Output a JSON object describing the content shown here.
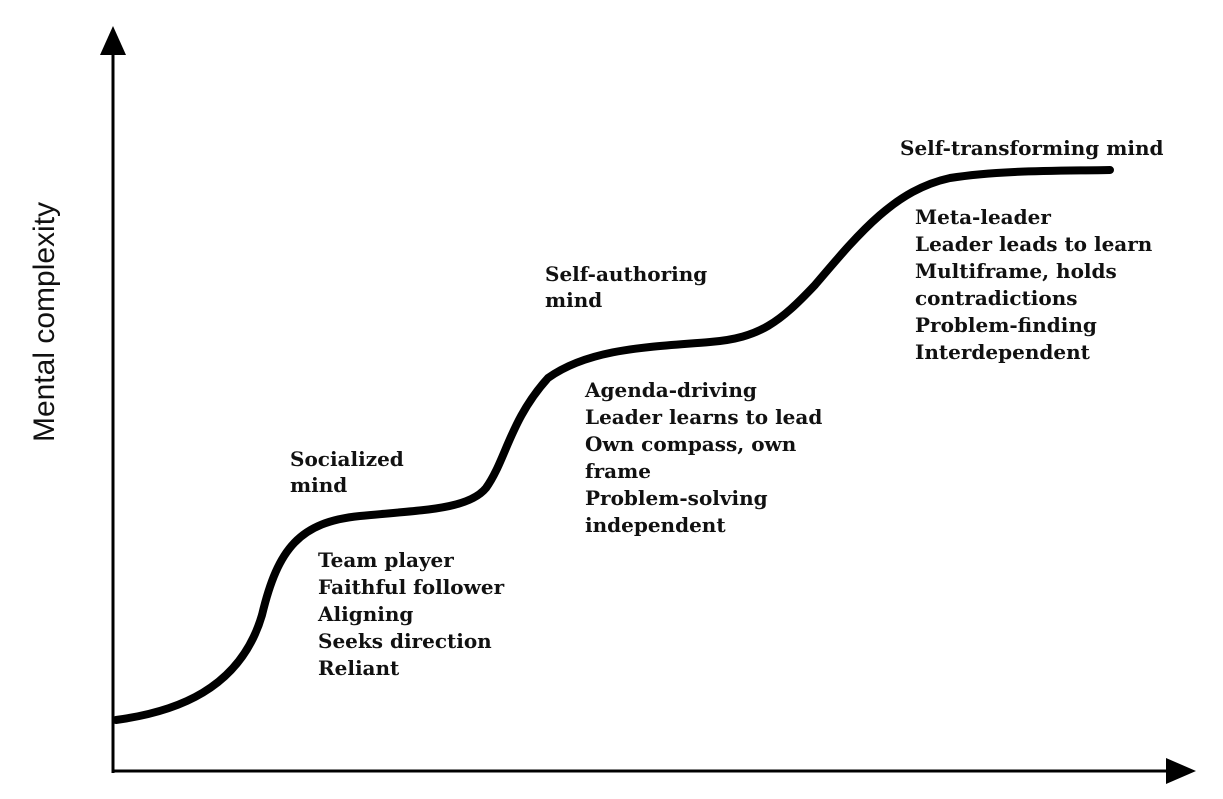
{
  "y_axis_label": "Mental complexity",
  "stages": [
    {
      "title_lines": [
        "Socialized",
        "mind"
      ],
      "traits": [
        "Team player",
        "Faithful follower",
        "Aligning",
        "Seeks direction",
        "Reliant"
      ]
    },
    {
      "title_lines": [
        "Self-authoring",
        "mind"
      ],
      "traits": [
        "Agenda-driving",
        "Leader learns to lead",
        "Own compass, own",
        "frame",
        "Problem-solving",
        "independent"
      ]
    },
    {
      "title_lines": [
        "Self-transforming mind"
      ],
      "traits": [
        "Meta-leader",
        "Leader leads to learn",
        "Multiframe, holds",
        "contradictions",
        "Problem-finding",
        "Interdependent"
      ]
    }
  ]
}
